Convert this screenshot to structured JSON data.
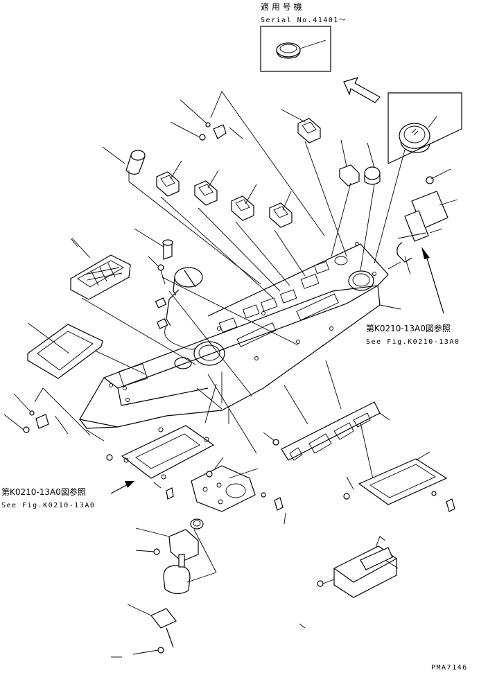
{
  "header": {
    "applicable_jp": "適 用 号 機",
    "serial": "Serial No.41401～"
  },
  "references": {
    "right_jp": "第K0210-13A0図参照",
    "right_en": "See Fig.K0210-13A0",
    "left_jp": "第K0210-13A0図参照",
    "left_en": "See Fig.K0210-13A0"
  },
  "footer": {
    "drawing_code": "PMA7146"
  }
}
